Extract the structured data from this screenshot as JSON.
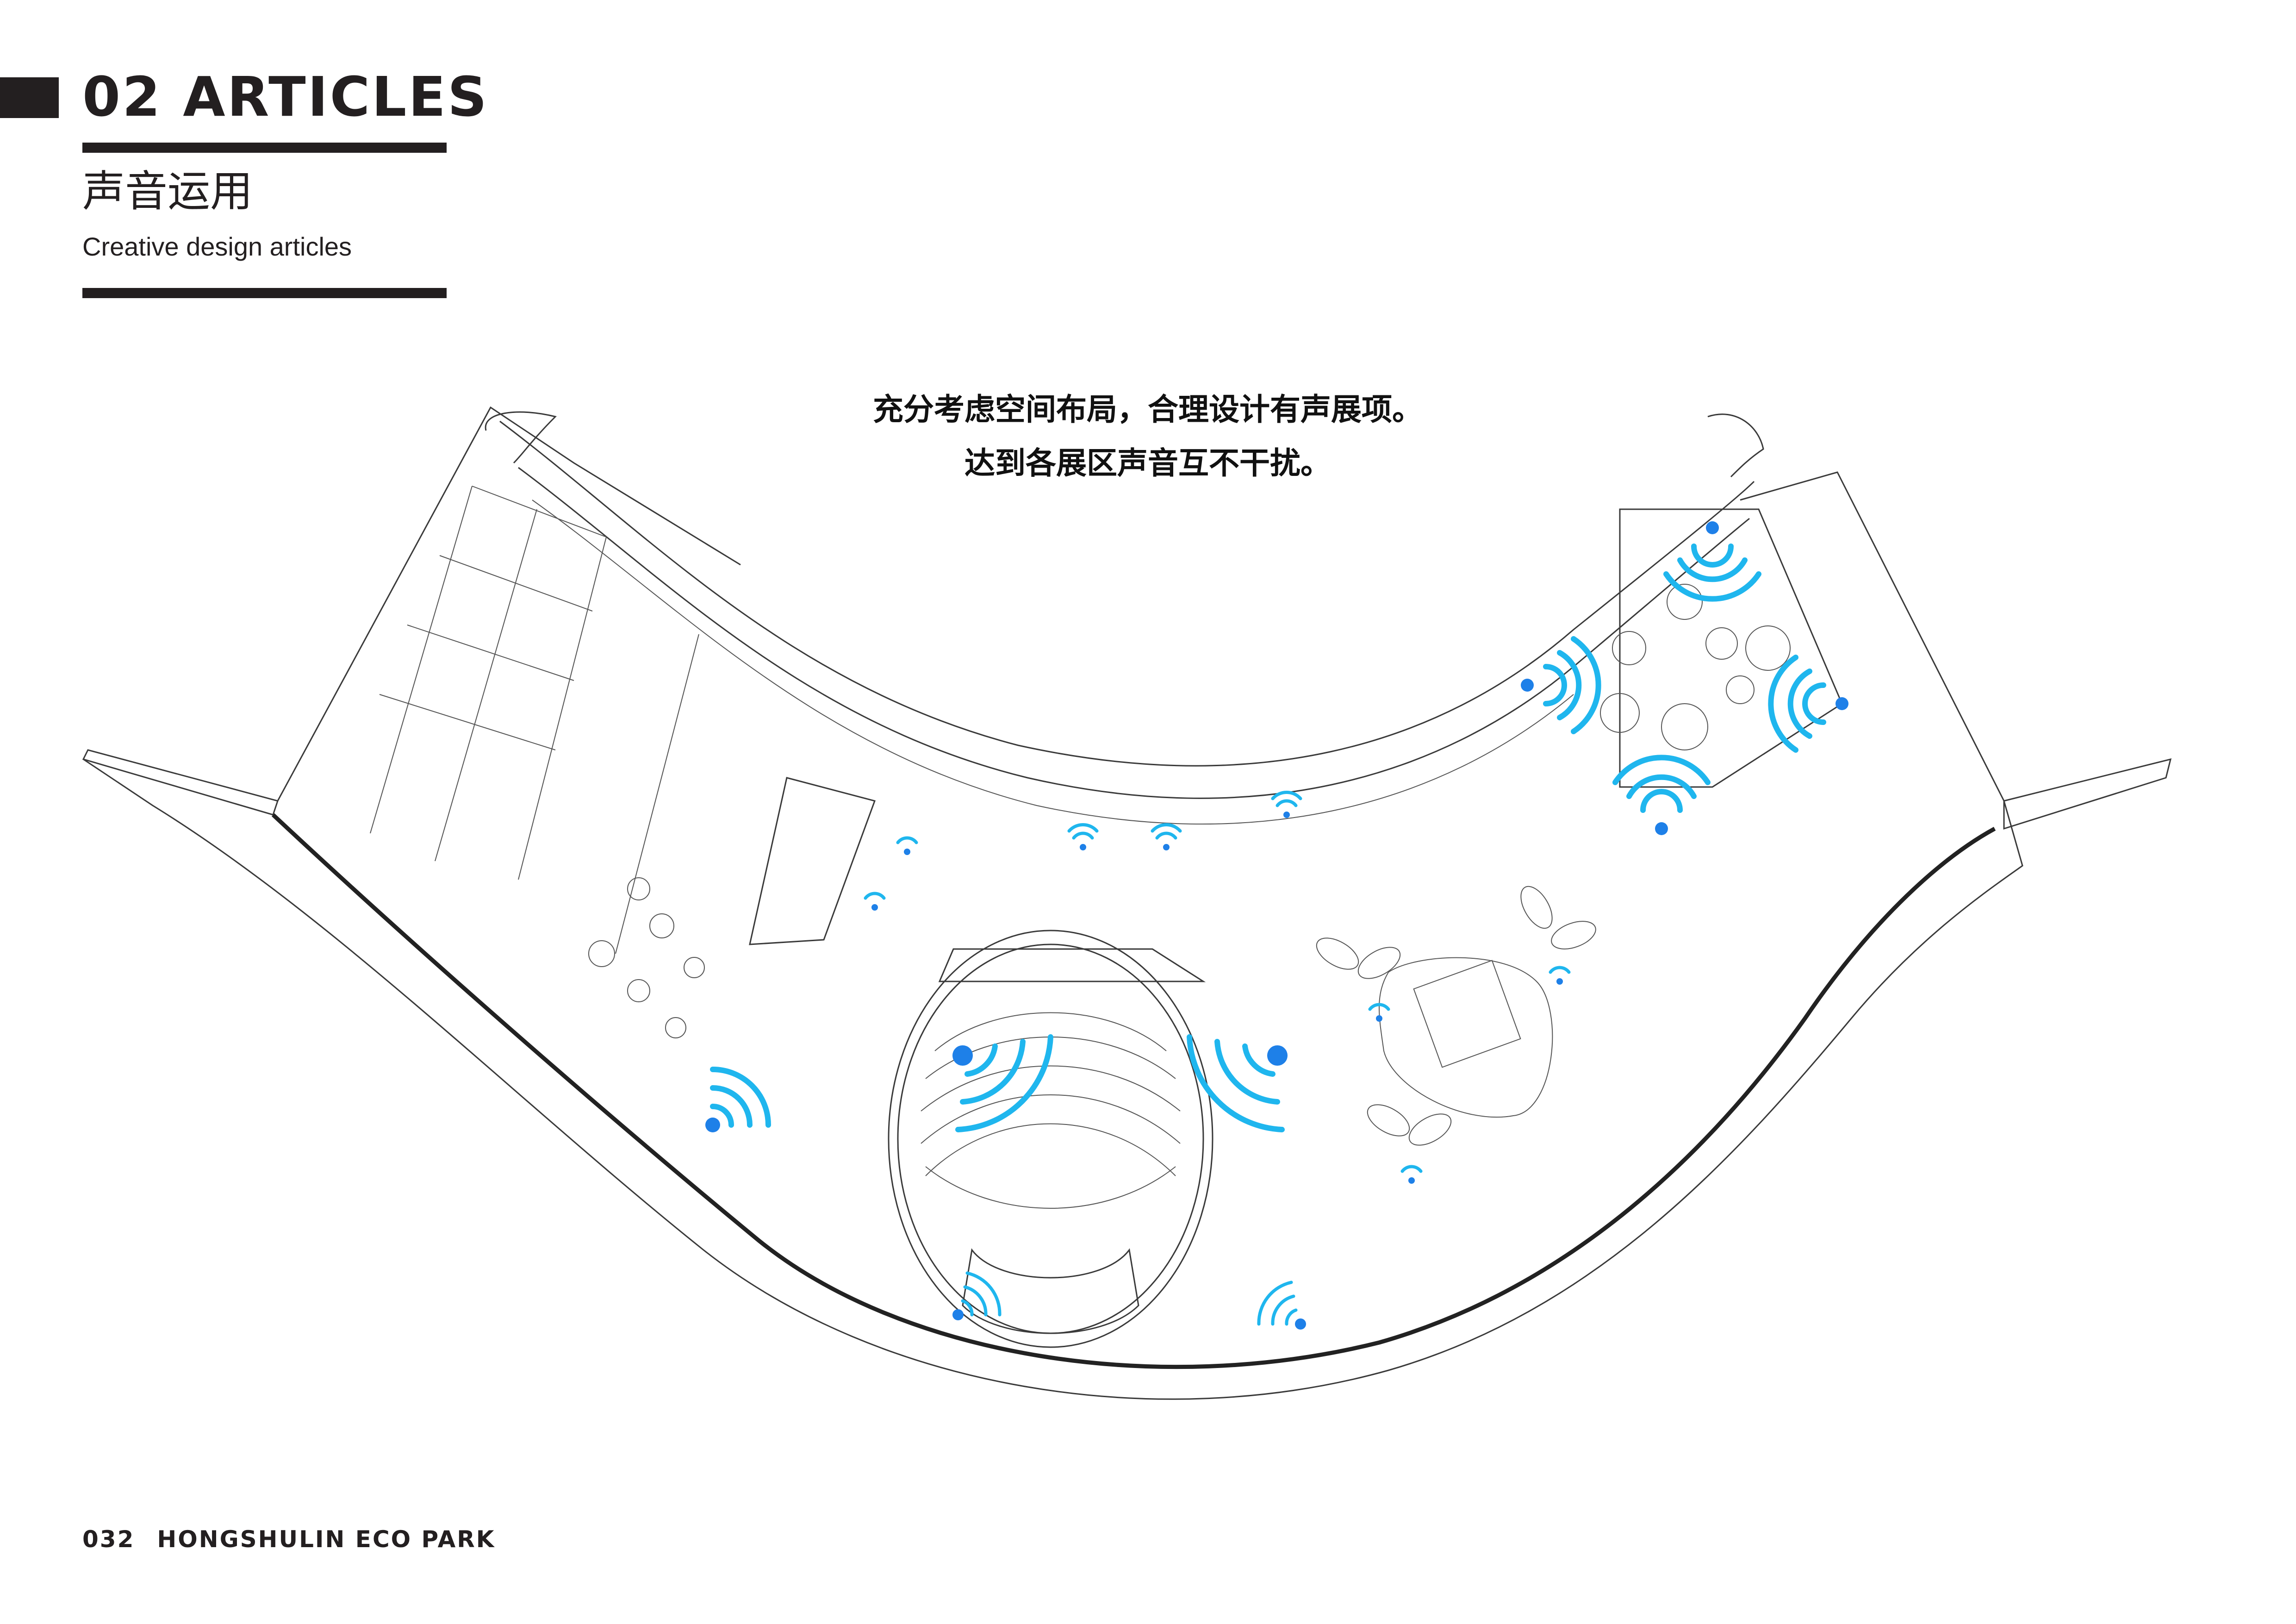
{
  "header": {
    "section_title": "02 ARTICLES",
    "subtitle_cn": "声音运用",
    "subtitle_en": "Creative design articles"
  },
  "caption": {
    "line1": "充分考虑空间布局，合理设计有声展项。",
    "line2": "达到各展区声音互不干扰。"
  },
  "footer": {
    "page_number": "032",
    "project_name": "HONGSHULIN ECO PARK"
  },
  "colors": {
    "text": "#231f20",
    "sound_wave": "#1fb6ee",
    "sound_source": "#1e80e8",
    "linework": "#3a3a3a"
  },
  "icons": [
    "sound-wave-icon",
    "sound-source-dot-icon"
  ]
}
